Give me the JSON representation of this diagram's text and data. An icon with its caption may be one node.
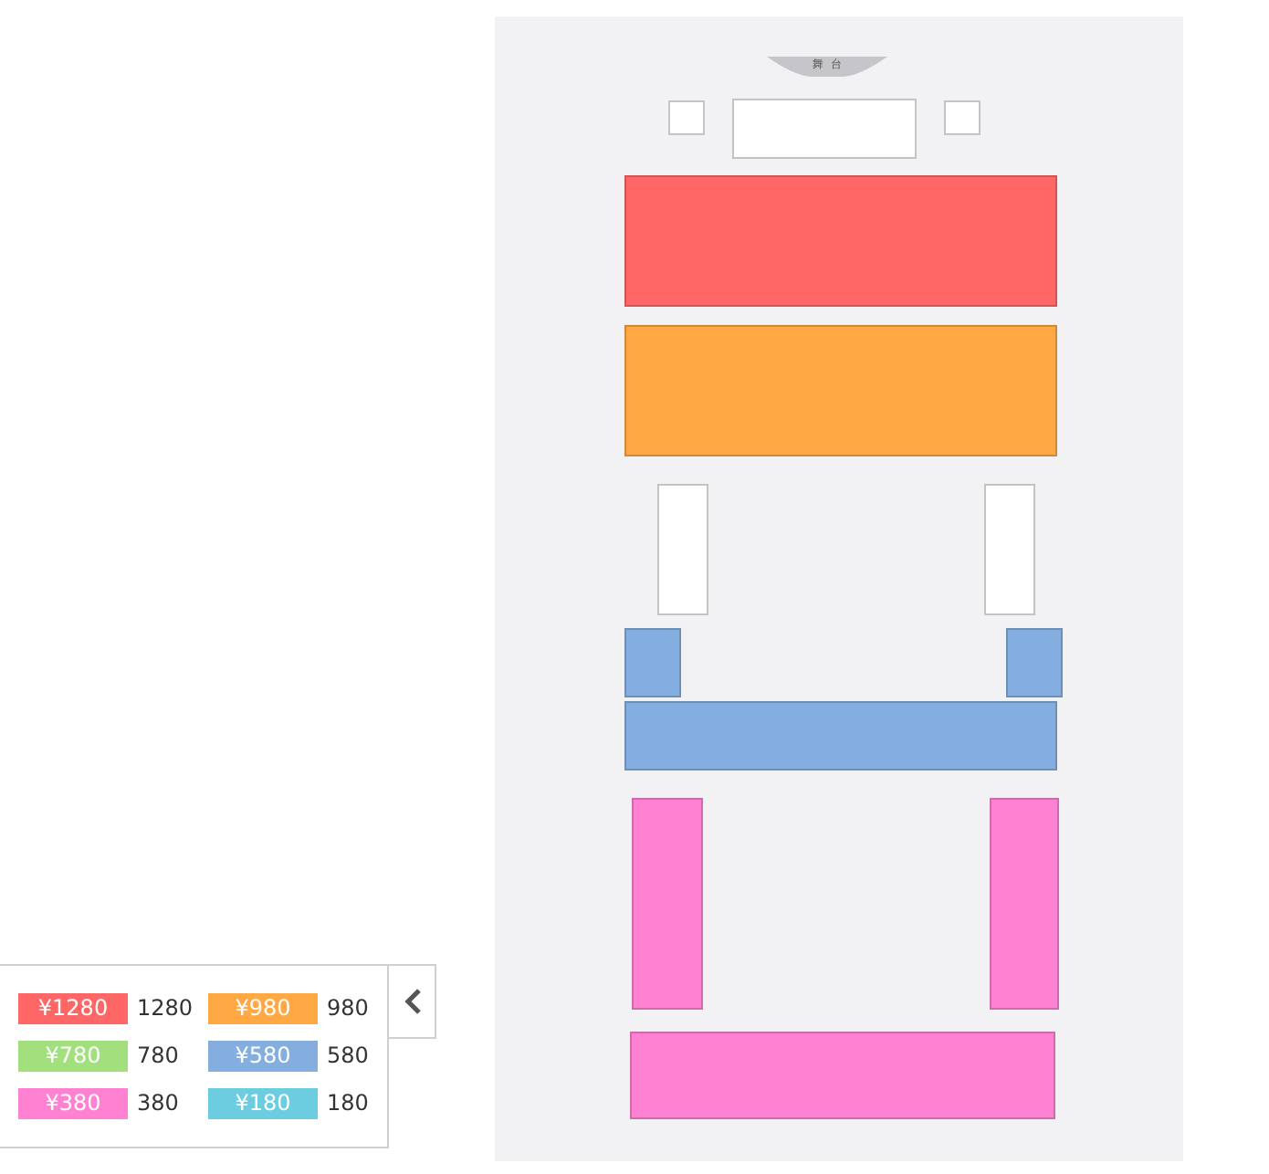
{
  "diagram": {
    "nodes": [
      {
        "text": [
          "舞台"
        ]
      },
      {
        "text": [],
        "shape": "box"
      },
      {
        "text": [],
        "shape": "box"
      },
      {
        "text": [],
        "shape": "box"
      },
      {
        "text": [],
        "shape": "box"
      },
      {
        "text": [],
        "shape": "box"
      },
      {
        "text": [],
        "shape": "box"
      },
      {
        "text": [],
        "shape": "box"
      },
      {
        "text": [],
        "shape": "box"
      },
      {
        "text": [],
        "shape": "box"
      },
      {
        "text": [],
        "shape": "box"
      },
      {
        "text": [],
        "shape": "box"
      },
      {
        "text": [],
        "shape": "box"
      },
      {
        "text": [],
        "shape": "box"
      }
    ],
    "labels": [
      "¥1280",
      "¥980",
      "¥780",
      "¥580",
      "¥380",
      "¥180"
    ],
    "legend": [
      {
        "text": "1280",
        "color": "#ff6666"
      },
      {
        "text": "980",
        "color": "#ffa844"
      },
      {
        "text": "780",
        "color": "#a2e07e"
      },
      {
        "text": "580",
        "color": "#85aee0"
      },
      {
        "text": "380",
        "color": "#ff82d2"
      },
      {
        "text": "180",
        "color": "#6ccce0"
      }
    ]
  }
}
